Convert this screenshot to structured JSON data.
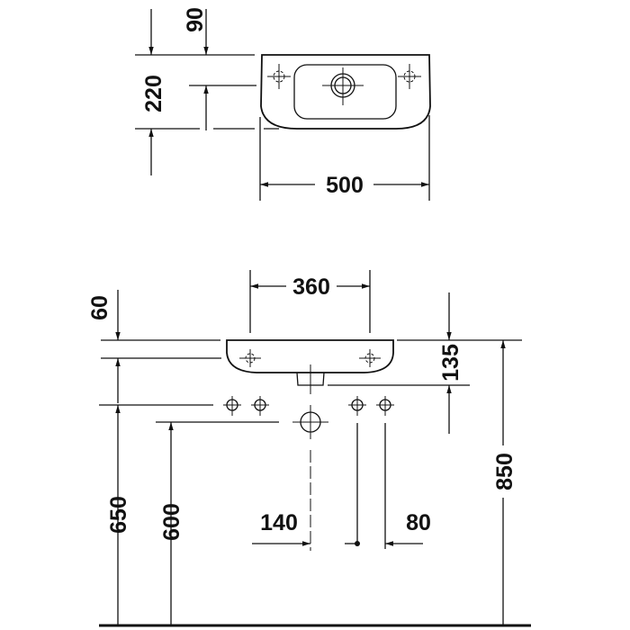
{
  "top_view": {
    "dim_depth_offset": "90",
    "dim_depth": "220",
    "dim_width": "500"
  },
  "front_view": {
    "dim_tap_spacing": "360",
    "dim_top_offset": "60",
    "dim_bowl_height": "135",
    "dim_supply_height": "650",
    "dim_drain_height": "600",
    "dim_total_height": "850",
    "dim_drain_offset": "140",
    "dim_supply_spacing": "80"
  }
}
